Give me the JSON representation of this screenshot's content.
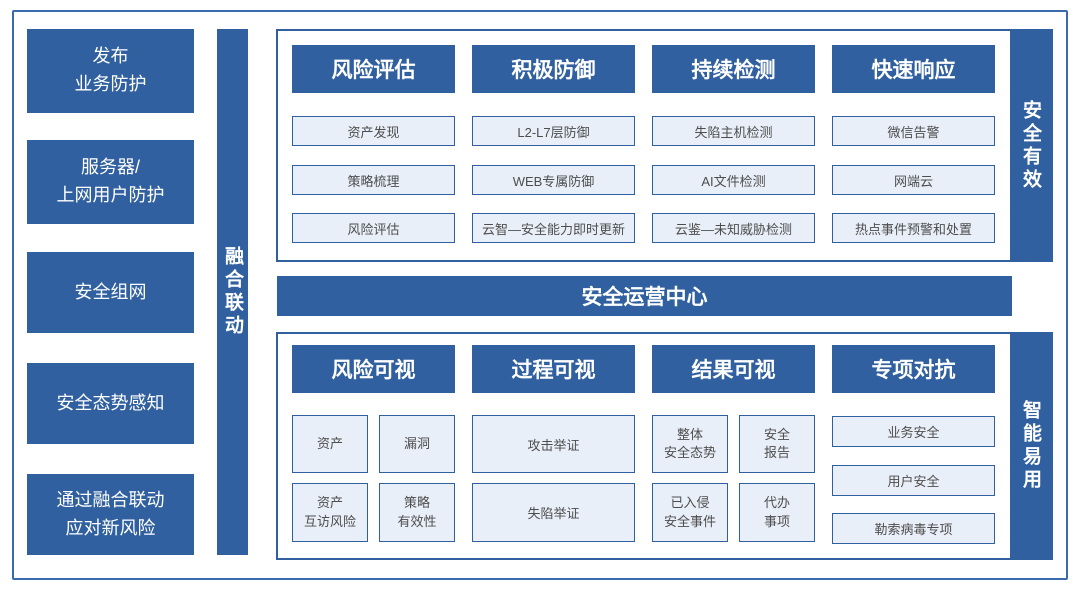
{
  "colors": {
    "solid_blue": "#30609F",
    "light_fill": "#E9EFF8",
    "box_border": "#30609F",
    "frame_border": "#3A6BAC",
    "item_text": "#4D4D4D"
  },
  "left_column": {
    "boxes": [
      {
        "label": "发布\n业务防护"
      },
      {
        "label": "服务器/\n上网用户防护"
      },
      {
        "label": "安全组网"
      },
      {
        "label": "安全态势感知"
      },
      {
        "label": "通过融合联动\n应对新风险"
      }
    ]
  },
  "fusion_bar": {
    "label": "融合联动"
  },
  "top_section": {
    "side_label": "安全有效",
    "columns": [
      {
        "header": "风险评估",
        "items": [
          "资产发现",
          "策略梳理",
          "风险评估"
        ]
      },
      {
        "header": "积极防御",
        "items": [
          "L2-L7层防御",
          "WEB专属防御",
          "云智—安全能力即时更新"
        ]
      },
      {
        "header": "持续检测",
        "items": [
          "失陷主机检测",
          "AI文件检测",
          "云鉴—未知威胁检测"
        ]
      },
      {
        "header": "快速响应",
        "items": [
          "微信告警",
          "网端云",
          "热点事件预警和处置"
        ]
      }
    ]
  },
  "soc_banner": {
    "label": "安全运营中心"
  },
  "bottom_section": {
    "side_label": "智能易用",
    "columns": [
      {
        "header": "风险可视",
        "items": [
          "资产",
          "漏洞",
          "资产\n互访风险",
          "策略\n有效性"
        ]
      },
      {
        "header": "过程可视",
        "items": [
          "攻击举证",
          "失陷举证"
        ]
      },
      {
        "header": "结果可视",
        "items": [
          "整体\n安全态势",
          "安全\n报告",
          "已入侵\n安全事件",
          "代办\n事项"
        ]
      },
      {
        "header": "专项对抗",
        "items": [
          "业务安全",
          "用户安全",
          "勒索病毒专项"
        ]
      }
    ]
  }
}
